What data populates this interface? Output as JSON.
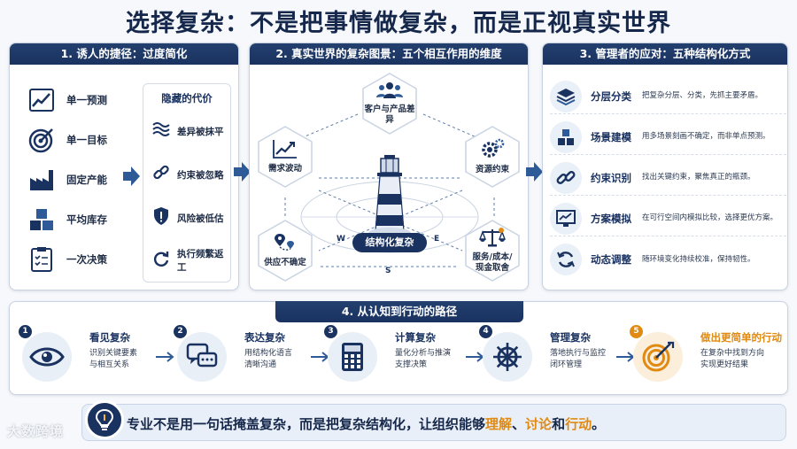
{
  "title": "选择复杂：不是把事情做复杂，而是正视真实世界",
  "panel1": {
    "heading": "1. 诱人的捷径：过度简化",
    "items": [
      {
        "label": "单一预测",
        "icon": "line-chart-icon"
      },
      {
        "label": "单一目标",
        "icon": "target-icon"
      },
      {
        "label": "固定产能",
        "icon": "factory-icon"
      },
      {
        "label": "平均库存",
        "icon": "boxes-icon"
      },
      {
        "label": "一次决策",
        "icon": "checklist-icon"
      }
    ],
    "hidden_cost": {
      "title": "隐藏的代价",
      "items": [
        {
          "label": "差异被抹平",
          "icon": "waves-icon"
        },
        {
          "label": "约束被忽略",
          "icon": "broken-link-icon"
        },
        {
          "label": "风险被低估",
          "icon": "warning-shield-icon"
        },
        {
          "label": "执行频繁返工",
          "icon": "refresh-icon"
        }
      ]
    }
  },
  "panel2": {
    "heading": "2. 真实世界的复杂图景：五个相互作用的维度",
    "top": "客户与产品差异",
    "left_top": "需求波动",
    "right_top": "资源约束",
    "left_bottom": "供应不确定",
    "right_bottom": "服务/成本/\n现金取舍",
    "center": "结构化复杂",
    "compass_w": "W",
    "compass_e": "E",
    "compass_s": "S"
  },
  "panel3": {
    "heading": "3. 管理者的应对：五种结构化方式",
    "items": [
      {
        "name": "分层分类",
        "desc": "把复杂分层、分类，先抓主要矛盾。",
        "icon": "layers-icon"
      },
      {
        "name": "场景建模",
        "desc": "用多场景刻画不确定，而非单点预测。",
        "icon": "cubes-icon"
      },
      {
        "name": "约束识别",
        "desc": "找出关键约束，聚焦真正的瓶颈。",
        "icon": "link-icon"
      },
      {
        "name": "方案模拟",
        "desc": "在可行空间内模拟比较，选择更优方案。",
        "icon": "monitor-chart-icon"
      },
      {
        "name": "动态调整",
        "desc": "随环境变化持续校准，保持韧性。",
        "icon": "cycle-icon"
      }
    ]
  },
  "panel4": {
    "heading": "4. 从认知到行动的路径",
    "steps": [
      {
        "num": "1",
        "title": "看见复杂",
        "desc": "识别关键要素\n与相互关系",
        "icon": "eye-icon"
      },
      {
        "num": "2",
        "title": "表达复杂",
        "desc": "用结构化语言\n清晰沟通",
        "icon": "chat-icon"
      },
      {
        "num": "3",
        "title": "计算复杂",
        "desc": "量化分析与推演\n支撑决策",
        "icon": "calculator-icon"
      },
      {
        "num": "4",
        "title": "管理复杂",
        "desc": "落地执行与监控\n闭环管理",
        "icon": "helm-icon"
      },
      {
        "num": "5",
        "title": "做出更简单的行动",
        "desc": "在复杂中找到方向\n实现更好结果",
        "icon": "target-arrow-icon"
      }
    ]
  },
  "footer": {
    "part1": "专业不是用一句话掩盖复杂，而是把复杂结构化，让组织能够",
    "hl1": "理解",
    "sep1": "、",
    "hl2": "讨论",
    "sep2": "和",
    "hl3": "行动",
    "end": "。"
  },
  "watermark": "大数跨境",
  "colors": {
    "navy": "#1a3260",
    "accent": "#e08a12",
    "light": "#e9eff8"
  }
}
